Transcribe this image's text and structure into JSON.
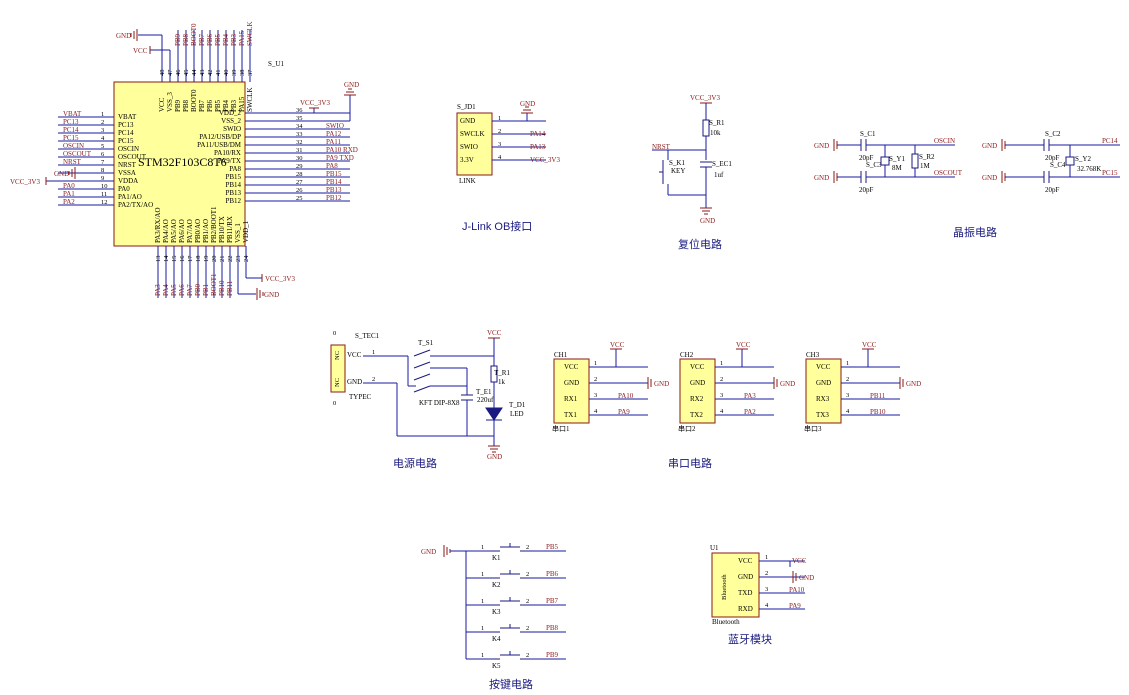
{
  "mcu": {
    "ref": "S_U1",
    "part": "STM32F103C8T6",
    "left_pins": [
      {
        "num": "1",
        "name": "VBAT",
        "net": "VBAT"
      },
      {
        "num": "2",
        "name": "PC13",
        "net": "PC13"
      },
      {
        "num": "3",
        "name": "PC14",
        "net": "PC14"
      },
      {
        "num": "4",
        "name": "PC15",
        "net": "PC15"
      },
      {
        "num": "5",
        "name": "OSCIN",
        "net": "OSCIN"
      },
      {
        "num": "6",
        "name": "OSCOUT",
        "net": "OSCOUT"
      },
      {
        "num": "7",
        "name": "NRST",
        "net": "NRST"
      },
      {
        "num": "8",
        "name": "VSSA",
        "net": "GND"
      },
      {
        "num": "9",
        "name": "VDDA",
        "net": ""
      },
      {
        "num": "10",
        "name": "PA0",
        "net": "PA0"
      },
      {
        "num": "11",
        "name": "PA1/AO",
        "net": "PA1"
      },
      {
        "num": "12",
        "name": "PA2/TX/AO",
        "net": "PA2"
      }
    ],
    "right_pins": [
      {
        "num": "36",
        "name": "VDD_2",
        "net": ""
      },
      {
        "num": "35",
        "name": "VSS_2",
        "net": ""
      },
      {
        "num": "34",
        "name": "SWIO",
        "net": "SWIO"
      },
      {
        "num": "33",
        "name": "PA12/USB/DP",
        "net": "PA12"
      },
      {
        "num": "32",
        "name": "PA11/USB/DM",
        "net": "PA11"
      },
      {
        "num": "31",
        "name": "PA10/RX",
        "net": "PA10 RXD"
      },
      {
        "num": "30",
        "name": "PA9/TX",
        "net": "PA9 TXD"
      },
      {
        "num": "29",
        "name": "PA8",
        "net": "PA8"
      },
      {
        "num": "28",
        "name": "PB15",
        "net": "PB15"
      },
      {
        "num": "27",
        "name": "PB14",
        "net": "PB14"
      },
      {
        "num": "26",
        "name": "PB13",
        "net": "PB13"
      },
      {
        "num": "25",
        "name": "PB12",
        "net": "PB12"
      }
    ],
    "top_pins": [
      {
        "num": "48",
        "name": "VCC",
        "net": ""
      },
      {
        "num": "47",
        "name": "VSS_3",
        "net": ""
      },
      {
        "num": "46",
        "name": "PB9",
        "net": "PB9"
      },
      {
        "num": "45",
        "name": "PB8",
        "net": "PB8"
      },
      {
        "num": "44",
        "name": "BOOT0",
        "net": "BOOT0"
      },
      {
        "num": "43",
        "name": "PB7",
        "net": "PB7"
      },
      {
        "num": "42",
        "name": "PB6",
        "net": "PB6"
      },
      {
        "num": "41",
        "name": "PB5",
        "net": "PB5"
      },
      {
        "num": "40",
        "name": "PB4",
        "net": "PB4"
      },
      {
        "num": "39",
        "name": "PB3",
        "net": "PB3"
      },
      {
        "num": "38",
        "name": "PA15",
        "net": "PA15"
      },
      {
        "num": "37",
        "name": "SWCLK",
        "net": "SWCLK"
      }
    ],
    "bottom_pins": [
      {
        "num": "13",
        "name": "PA3/RX/AO",
        "net": "PA3"
      },
      {
        "num": "14",
        "name": "PA4/AO",
        "net": "PA4"
      },
      {
        "num": "15",
        "name": "PA5/AO",
        "net": "PA5"
      },
      {
        "num": "16",
        "name": "PA6/AO",
        "net": "PA6"
      },
      {
        "num": "17",
        "name": "PA7/AO",
        "net": "PA7"
      },
      {
        "num": "18",
        "name": "PB0/AO",
        "net": "PB0"
      },
      {
        "num": "19",
        "name": "PB1/AO",
        "net": "PB1"
      },
      {
        "num": "20",
        "name": "PB2/BOOT1",
        "net": "BOOT1"
      },
      {
        "num": "21",
        "name": "PB10/TX",
        "net": "PB10"
      },
      {
        "num": "22",
        "name": "PB11/RX",
        "net": "PB11"
      },
      {
        "num": "23",
        "name": "VSS_1",
        "net": ""
      },
      {
        "num": "24",
        "name": "VDD_1",
        "net": ""
      }
    ],
    "power_labels": {
      "gnd_top": "GND",
      "vcc_top": "VCC",
      "vcc3v3_right": "VCC_3V3",
      "gnd_right": "GND",
      "vcc3v3_left": "VCC_3V3",
      "gnd_left": "GND",
      "vcc3v3_bottom": "VCC_3V3",
      "gnd_bottom": "GND"
    }
  },
  "jlink": {
    "ref": "S_JD1",
    "name": "LINK",
    "pins": [
      {
        "num": "1",
        "name": "GND",
        "net": ""
      },
      {
        "num": "2",
        "name": "SWCLK",
        "net": "PA14"
      },
      {
        "num": "3",
        "name": "SWIO",
        "net": "PA13"
      },
      {
        "num": "4",
        "name": "3.3V",
        "net": "VCC_3V3"
      }
    ],
    "gnd": "GND",
    "title": "J-Link OB接口"
  },
  "reset": {
    "vcc": "VCC_3V3",
    "resistor_ref": "S_R1",
    "resistor_val": "10k",
    "net": "NRST",
    "key_ref": "S_K1",
    "key_val": "KEY",
    "cap_ref": "S_EC1",
    "cap_val": "1uf",
    "gnd": "GND",
    "title": "复位电路"
  },
  "crystal": {
    "c1_ref": "S_C1",
    "c1_val": "20pF",
    "c3_ref": "S_C3",
    "c3_val": "20pF",
    "y1_ref": "S_Y1",
    "y1_val": "8M",
    "r2_ref": "S_R2",
    "r2_val": "1M",
    "oscin": "OSCIN",
    "oscout": "OSCOUT",
    "c2_ref": "S_C2",
    "c2_val": "20pF",
    "c4_ref": "S_C4",
    "c4_val": "20pF",
    "y2_ref": "S_Y2",
    "y2_val": "32.768K",
    "pc14": "PC14",
    "pc15": "PC15",
    "gnd": "GND",
    "title": "晶振电路"
  },
  "power": {
    "conn_ref": "S_TEC1",
    "conn_name": "TYPEC",
    "conn_pin1": "VCC",
    "conn_pin2": "GND",
    "nc": "NC",
    "num1": "1",
    "num2": "2",
    "num0a": "0",
    "num0b": "0",
    "switch_ref": "T_S1",
    "switch_val": "KFT DIP-8X8",
    "vcc": "VCC",
    "r_ref": "T_R1",
    "r_val": "1k",
    "cap_ref": "T_E1",
    "cap_val": "220uf",
    "led_ref": "T_D1",
    "led_val": "LED",
    "gnd": "GND",
    "title": "电源电路"
  },
  "uart": {
    "title": "串口电路",
    "ports": [
      {
        "ref": "CH1",
        "label": "串口1",
        "pins": [
          "VCC",
          "GND",
          "RX1",
          "TX1"
        ],
        "nets": [
          "VCC",
          "GND",
          "PA10",
          "PA9"
        ]
      },
      {
        "ref": "CH2",
        "label": "串口2",
        "pins": [
          "VCC",
          "GND",
          "RX2",
          "TX2"
        ],
        "nets": [
          "VCC",
          "GND",
          "PA3",
          "PA2"
        ]
      },
      {
        "ref": "CH3",
        "label": "串口3",
        "pins": [
          "VCC",
          "GND",
          "RX3",
          "TX3"
        ],
        "nets": [
          "VCC",
          "GND",
          "PB11",
          "PB10"
        ]
      }
    ]
  },
  "keys": {
    "title": "按键电路",
    "gnd": "GND",
    "items": [
      {
        "ref": "K1",
        "net": "PB5"
      },
      {
        "ref": "K2",
        "net": "PB6"
      },
      {
        "ref": "K3",
        "net": "PB7"
      },
      {
        "ref": "K4",
        "net": "PB8"
      },
      {
        "ref": "K5",
        "net": "PB9"
      }
    ]
  },
  "bluetooth": {
    "ref": "U1",
    "name": "Bluetooth",
    "side_label": "Bluetooth",
    "pins": [
      "VCC",
      "GND",
      "TXD",
      "RXD"
    ],
    "nets": [
      "VCC",
      "GND",
      "PA10",
      "PA9"
    ],
    "title": "蓝牙模块"
  }
}
